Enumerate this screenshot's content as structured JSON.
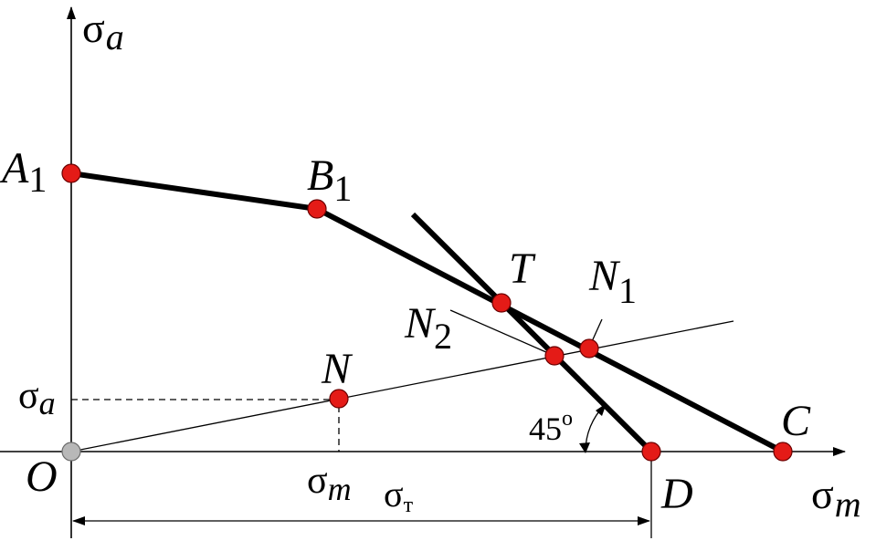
{
  "axes": {
    "y_label": {
      "sym": "σ",
      "sub": "a"
    },
    "x_label": {
      "sym": "σ",
      "sub": "m"
    }
  },
  "points": {
    "A1": {
      "main": "A",
      "sub": "1"
    },
    "B1": {
      "main": "B",
      "sub": "1"
    },
    "T": {
      "main": "T"
    },
    "N1": {
      "main": "N",
      "sub": "1"
    },
    "N2": {
      "main": "N",
      "sub": "2"
    },
    "N": {
      "main": "N"
    },
    "C": {
      "main": "C"
    },
    "D": {
      "main": "D"
    },
    "O": {
      "main": "O"
    }
  },
  "markers": {
    "sigma_a": {
      "sym": "σ",
      "sub": "a"
    },
    "sigma_m": {
      "sym": "σ",
      "sub": "m"
    },
    "sigma_T": {
      "sym": "σ",
      "sub": "т"
    }
  },
  "angle": {
    "value": "45",
    "unit": "o"
  },
  "colors": {
    "point": "#e41b17",
    "origin": "#b8b8b8",
    "line": "#000000"
  }
}
